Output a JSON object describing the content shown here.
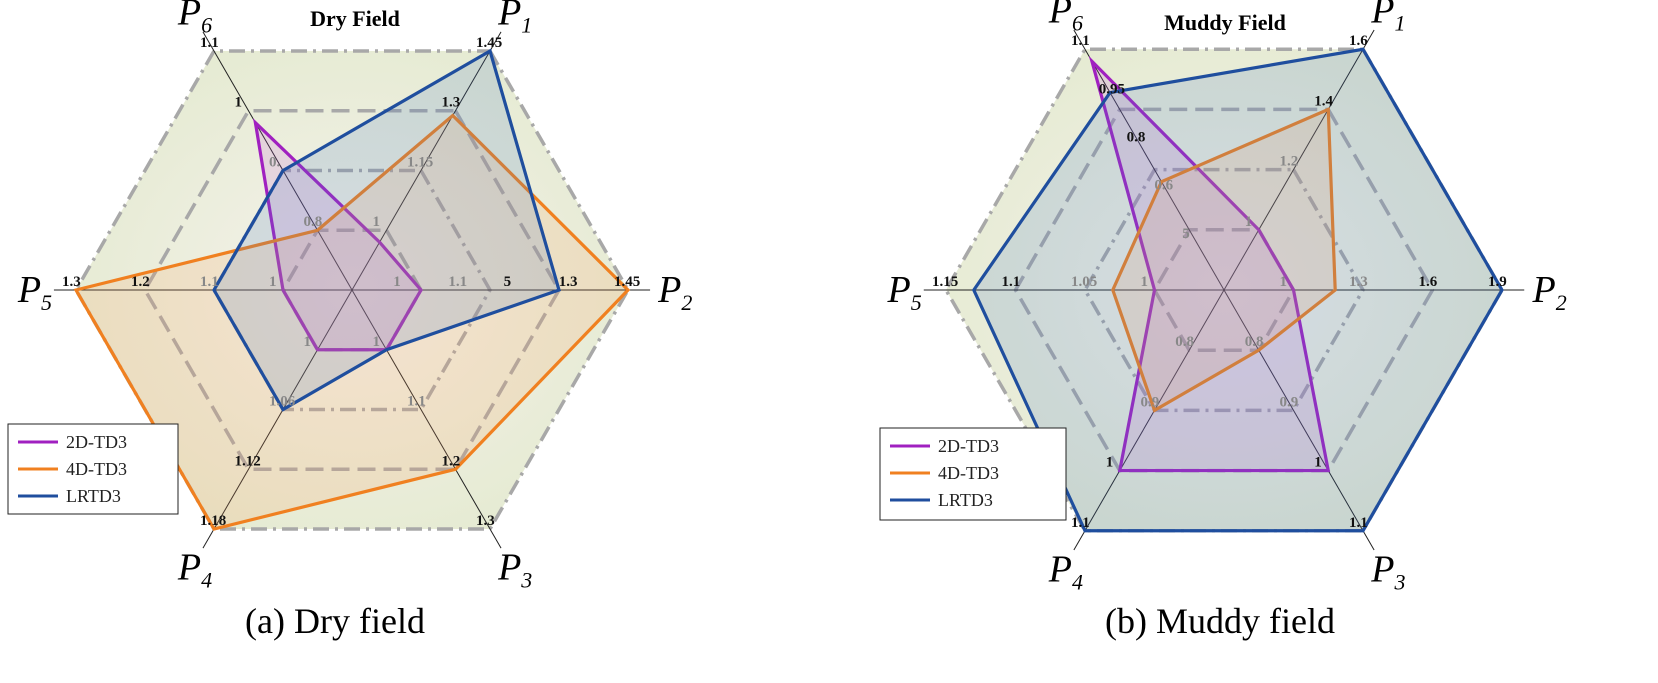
{
  "chart_data": [
    {
      "type": "radar",
      "title": "Dry Field",
      "caption": "(a)   Dry field",
      "axes": [
        {
          "name": "P",
          "sub": "1",
          "ticks": [
            "1",
            "1.15",
            "1.3",
            "1.45"
          ]
        },
        {
          "name": "P",
          "sub": "2",
          "ticks": [
            "1",
            "1.1",
            "5",
            "1.3",
            "1.45"
          ]
        },
        {
          "name": "P",
          "sub": "3",
          "ticks": [
            "1",
            "1.1",
            "1.2",
            "1.3"
          ]
        },
        {
          "name": "P",
          "sub": "4",
          "ticks": [
            "1",
            "1.06",
            "1.12",
            "1.18"
          ]
        },
        {
          "name": "P",
          "sub": "5",
          "ticks": [
            "1",
            "1.1",
            "1.2",
            "1.3"
          ]
        },
        {
          "name": "P",
          "sub": "6",
          "ticks": [
            "0.8",
            "0.",
            "1",
            "1.1"
          ]
        }
      ],
      "series": [
        {
          "name": "2D-TD3",
          "color": "#a020c0",
          "fill": "#c060d8",
          "values": [
            0.2,
            0.25,
            0.25,
            0.25,
            0.25,
            0.7
          ]
        },
        {
          "name": "4D-TD3",
          "color": "#f08020",
          "fill": "#f8a060",
          "values": [
            0.73,
            1.0,
            0.75,
            1.0,
            1.0,
            0.25
          ]
        },
        {
          "name": "LRTD3",
          "color": "#1f4e9e",
          "fill": "#4a78c0",
          "values": [
            1.0,
            0.75,
            0.25,
            0.5,
            0.5,
            0.5
          ]
        }
      ]
    },
    {
      "type": "radar",
      "title": "Muddy Field",
      "caption": "(b)   Muddy field",
      "axes": [
        {
          "name": "P",
          "sub": "1",
          "ticks": [
            "1",
            "1.2",
            "1.4",
            "1.6"
          ]
        },
        {
          "name": "P",
          "sub": "2",
          "ticks": [
            "1",
            "1.3",
            "1.6",
            "1.9"
          ]
        },
        {
          "name": "P",
          "sub": "3",
          "ticks": [
            "0.8",
            "0.9",
            "1",
            "1.1"
          ]
        },
        {
          "name": "P",
          "sub": "4",
          "ticks": [
            "0.8",
            "0.9",
            "1",
            "1.1"
          ]
        },
        {
          "name": "P",
          "sub": "5",
          "ticks": [
            "1",
            "1.05",
            "1.1",
            "1.15"
          ]
        },
        {
          "name": "P",
          "sub": "6",
          "ticks": [
            "5",
            "0.6",
            "0.8",
            "0.95",
            "1.1"
          ]
        }
      ],
      "series": [
        {
          "name": "2D-TD3",
          "color": "#a020c0",
          "fill": "#c060d8",
          "values": [
            0.25,
            0.25,
            0.75,
            0.75,
            0.25,
            0.95
          ]
        },
        {
          "name": "4D-TD3",
          "color": "#f08020",
          "fill": "#f8a060",
          "values": [
            0.75,
            0.4,
            0.25,
            0.5,
            0.4,
            0.45
          ]
        },
        {
          "name": "LRTD3",
          "color": "#1f4e9e",
          "fill": "#4a78c0",
          "values": [
            1.0,
            1.0,
            1.0,
            1.0,
            0.9,
            0.82
          ]
        }
      ]
    }
  ]
}
